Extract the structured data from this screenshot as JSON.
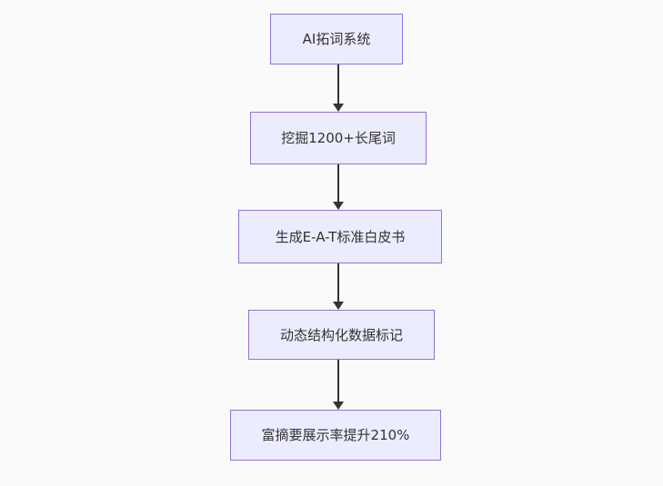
{
  "diagram": {
    "type": "flowchart",
    "direction": "top-down",
    "nodes": [
      {
        "id": "node-1",
        "label": "AI拓词系统"
      },
      {
        "id": "node-2",
        "label": "挖掘1200+长尾词"
      },
      {
        "id": "node-3",
        "label": "生成E-A-T标准白皮书"
      },
      {
        "id": "node-4",
        "label": "动态结构化数据标记"
      },
      {
        "id": "node-5",
        "label": "富摘要展示率提升210%"
      }
    ],
    "edges": [
      {
        "from": "AI拓词系统",
        "to": "挖掘1200+长尾词"
      },
      {
        "from": "挖掘1200+长尾词",
        "to": "生成E-A-T标准白皮书"
      },
      {
        "from": "生成E-A-T标准白皮书",
        "to": "动态结构化数据标记"
      },
      {
        "from": "动态结构化数据标记",
        "to": "富摘要展示率提升210%"
      }
    ]
  },
  "theme": {
    "background": "#fafafa",
    "node_fill": "#ECECFF",
    "node_border": "#9370DB",
    "text_color": "#333333",
    "arrow_color": "#333333"
  }
}
